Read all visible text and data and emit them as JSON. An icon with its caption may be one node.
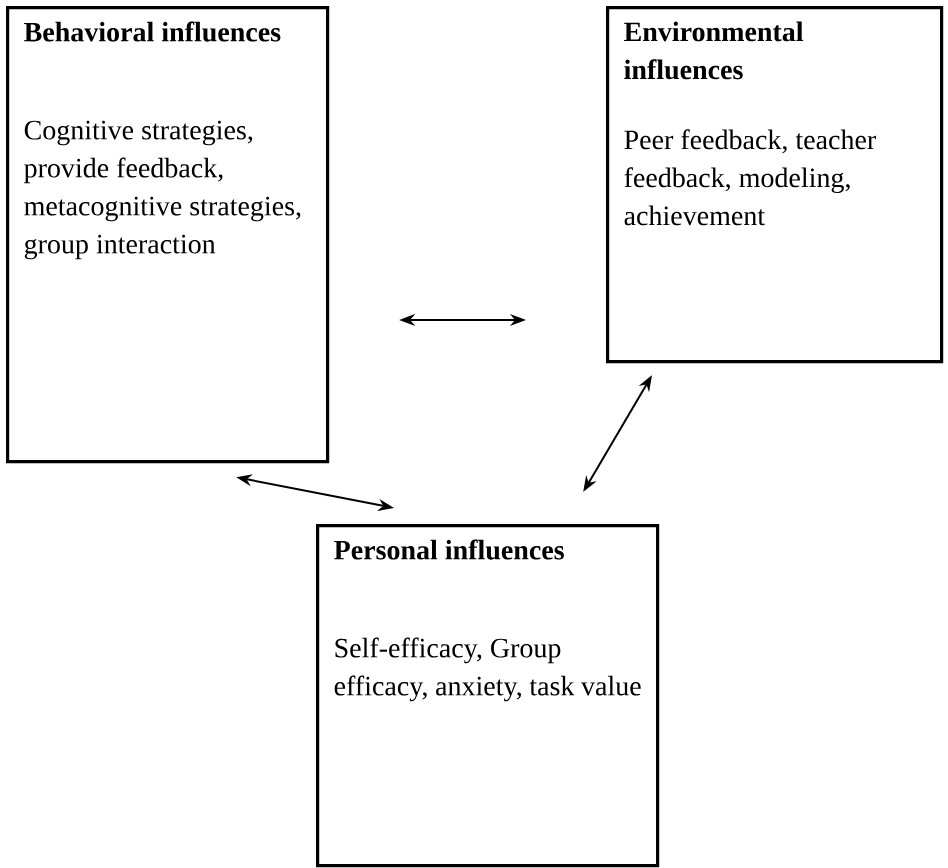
{
  "diagram": {
    "nodes": [
      {
        "text": [
          "Behavioral influences",
          "Cognitive strategies, provide feedback, metacognitive strategies, group interaction"
        ]
      },
      {
        "text": [
          "Environmental influences",
          "Peer feedback, teacher feedback, modeling, achievement"
        ]
      },
      {
        "text": [
          "Personal influences",
          "Self-efficacy, Group efficacy, anxiety, task value"
        ]
      }
    ],
    "edges": [
      {
        "from": 0,
        "to": 1,
        "arrow": "both"
      },
      {
        "from": 0,
        "to": 2,
        "arrow": "both"
      },
      {
        "from": 1,
        "to": 2,
        "arrow": "both"
      }
    ]
  }
}
